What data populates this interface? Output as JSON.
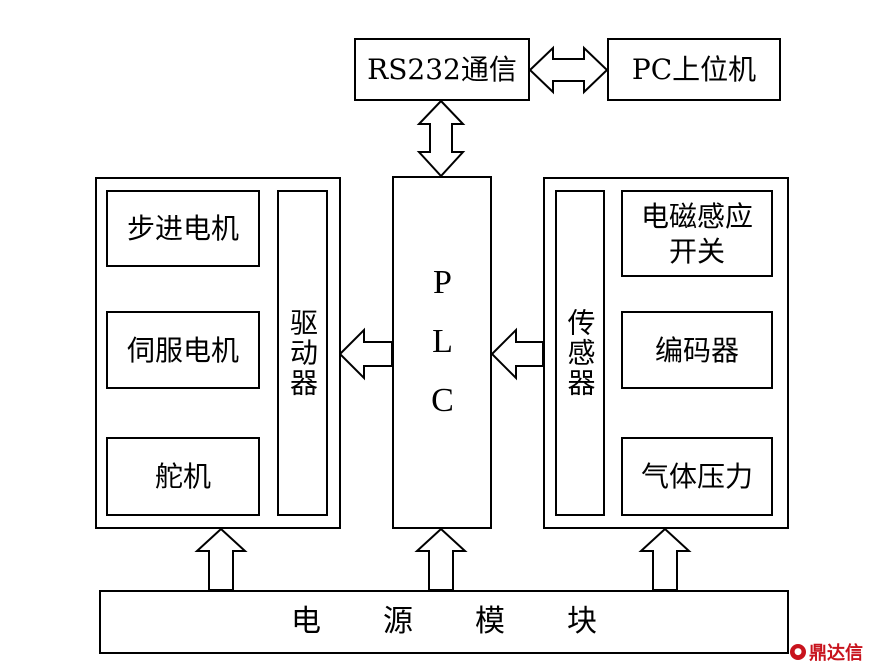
{
  "comm": {
    "rs232": "RS232通信",
    "pc": "PC上位机"
  },
  "plc": {
    "label": "PLC"
  },
  "left_group": {
    "driver": "驱动器",
    "items": [
      "步进电机",
      "伺服电机",
      "舵机"
    ]
  },
  "right_group": {
    "sensor": "传感器",
    "items": [
      "电磁感应开关",
      "编码器",
      "气体压力"
    ]
  },
  "power": {
    "label": "电源模块"
  },
  "watermark": {
    "text": "鼎达信"
  }
}
